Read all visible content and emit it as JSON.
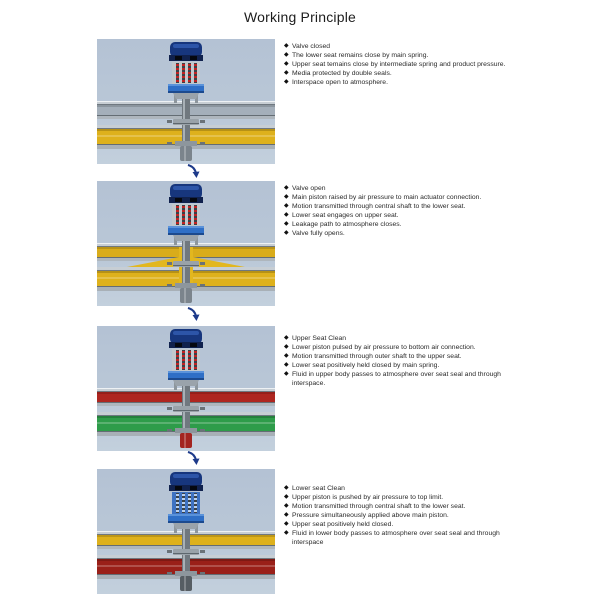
{
  "title": "Working Principle",
  "bullet_char": "◆",
  "arrow": {
    "color": "#1d3a8a"
  },
  "stages": [
    {
      "name": "valve-closed",
      "bullets": [
        "Valve closed",
        "The lower seat remains close by main spring.",
        "Upper seat temains close by intermediate spring and product pressure.",
        "Media protected by double seals.",
        "Interspace open to atmosphere."
      ],
      "colors": {
        "topfluid": "#a4afba",
        "botfluid": "#deb11c",
        "centerflow": "transparent",
        "outlet": "#7b848c",
        "spring": "#c32222",
        "actbody": "#c2c8cd"
      }
    },
    {
      "name": "valve-open",
      "bullets": [
        "Valve open",
        "Main piston raised by air pressure to main actuator connection.",
        "Motion transmitted through central shaft to the lower seat.",
        "Lower seat engages on upper seat.",
        "Leakage path to atmosphere closes.",
        "Valve fully opens."
      ],
      "colors": {
        "topfluid": "#d9ac1b",
        "botfluid": "#deb11c",
        "centerflow": "#e2b71f",
        "outlet": "#7b848c",
        "spring": "#c32222",
        "actbody": "#c2c8cd"
      }
    },
    {
      "name": "upper-seat-clean",
      "bullets": [
        "Upper Seat Clean",
        "Lower piston pulsed by air pressure to bottom air connection.",
        "Motion transmitted through outer shaft to the upper seat.",
        "Lower seat positively held closed by main spring.",
        "Fluid in upper body passes to atmosphere over seat seal and through interspace."
      ],
      "colors": {
        "topfluid": "#ae2620",
        "botfluid": "#2e9c4a",
        "centerflow": "transparent",
        "outlet": "#a32420",
        "spring": "#c32222",
        "actbody": "#c2c8cd"
      }
    },
    {
      "name": "lower-seat-clean",
      "bullets": [
        "Lower seat Clean",
        "Upper piston is pushed by air pressure to top limit.",
        "Motion transmitted through central shaft to the lower seat.",
        "Pressure simultaneously applied above main piston.",
        "Upper seat positively held closed.",
        "Fluid in lower body passes to atmosphere over seat seal and through interspace"
      ],
      "colors": {
        "topfluid": "#deb11c",
        "botfluid": "#9a2019",
        "centerflow": "transparent",
        "outlet": "#565d63",
        "spring": "#b9d0ee",
        "actbody": "#3e72c2"
      }
    }
  ]
}
